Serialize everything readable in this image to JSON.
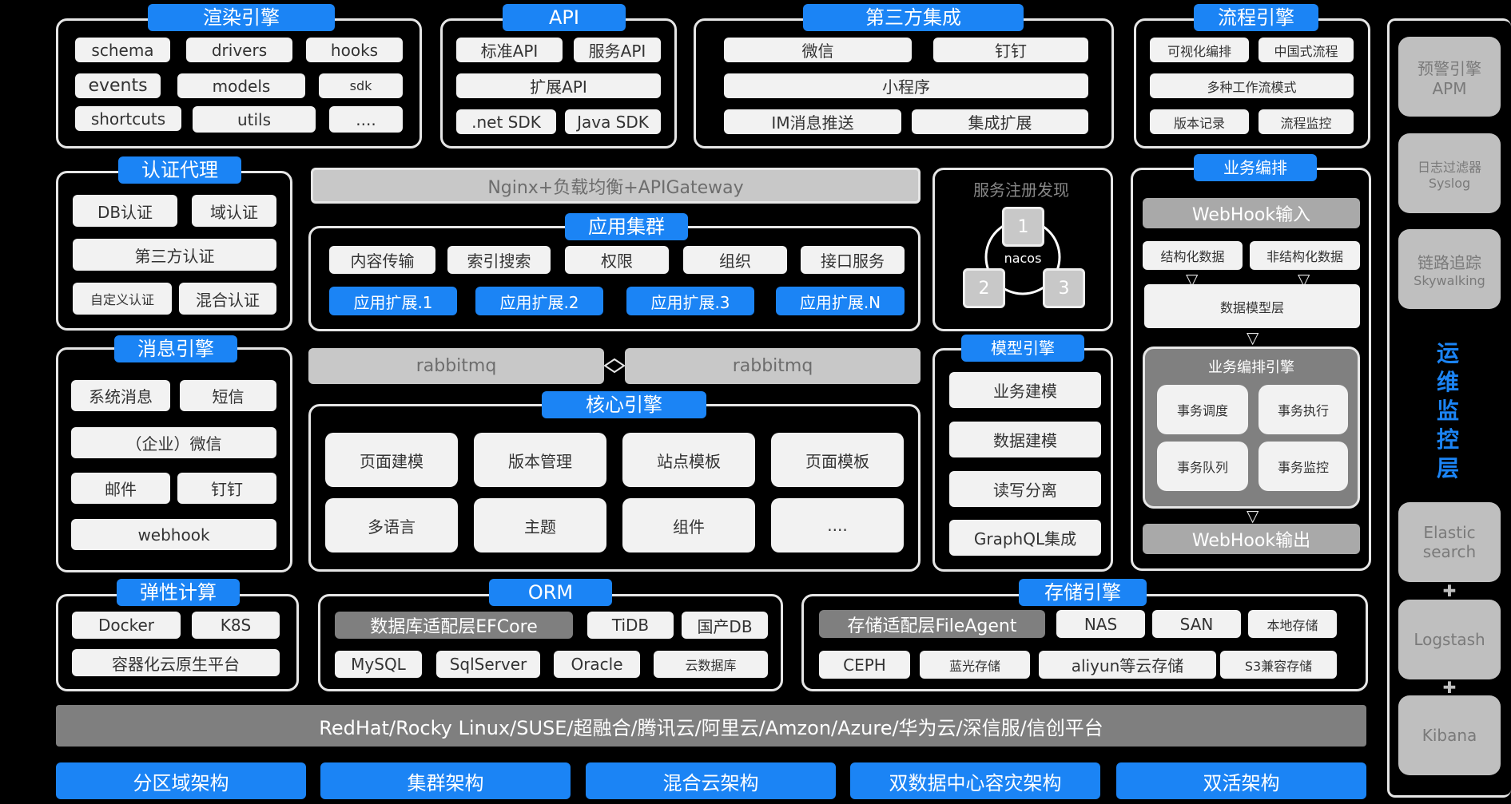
{
  "render": {
    "title": "渲染引擎",
    "items": [
      "schema",
      "drivers",
      "hooks",
      "events",
      "models",
      "sdk",
      "shortcuts",
      "utils",
      "...."
    ]
  },
  "api": {
    "title": "API",
    "items": [
      "标准API",
      "服务API",
      "扩展API",
      ".net SDK",
      "Java SDK"
    ]
  },
  "third": {
    "title": "第三方集成",
    "items": [
      "微信",
      "钉钉",
      "小程序",
      "IM消息推送",
      "集成扩展"
    ]
  },
  "flow": {
    "title": "流程引擎",
    "items": [
      "可视化编排",
      "中国式流程",
      "多种工作流模式",
      "版本记录",
      "流程监控"
    ]
  },
  "auth": {
    "title": "认证代理",
    "items": [
      "DB认证",
      "域认证",
      "第三方认证",
      "自定义认证",
      "混合认证"
    ]
  },
  "gateway": "Nginx+负载均衡+APIGateway",
  "cluster": {
    "title": "应用集群",
    "items": [
      "内容传输",
      "索引搜索",
      "权限",
      "组织",
      "接口服务"
    ],
    "ext": [
      "应用扩展.1",
      "应用扩展.2",
      "应用扩展.3",
      "应用扩展.N"
    ]
  },
  "registry": {
    "title": "服务注册发现",
    "center": "nacos",
    "nodes": [
      "1",
      "2",
      "3"
    ]
  },
  "biz": {
    "title": "业务编排",
    "webhook_in": "WebHook输入",
    "structured": "结构化数据",
    "unstructured": "非结构化数据",
    "data_model": "数据模型层",
    "engine_title": "业务编排引擎",
    "engine_items": [
      "事务调度",
      "事务执行",
      "事务队列",
      "事务监控"
    ],
    "webhook_out": "WebHook输出"
  },
  "msg": {
    "title": "消息引擎",
    "items": [
      "系统消息",
      "短信",
      "（企业）微信",
      "邮件",
      "钉钉",
      "webhook"
    ]
  },
  "mq": [
    "rabbitmq",
    "rabbitmq"
  ],
  "core": {
    "title": "核心引擎",
    "items": [
      "页面建模",
      "版本管理",
      "站点模板",
      "页面模板",
      "多语言",
      "主题",
      "组件",
      "...."
    ]
  },
  "model": {
    "title": "模型引擎",
    "items": [
      "业务建模",
      "数据建模",
      "读写分离",
      "GraphQL集成"
    ]
  },
  "elastic": {
    "title": "弹性计算",
    "items": [
      "Docker",
      "K8S",
      "容器化云原生平台"
    ]
  },
  "orm": {
    "title": "ORM",
    "items": [
      "数据库适配层EFCore",
      "TiDB",
      "国产DB",
      "MySQL",
      "SqlServer",
      "Oracle",
      "云数据库"
    ]
  },
  "storage": {
    "title": "存储引擎",
    "items": [
      "存储适配层FileAgent",
      "NAS",
      "SAN",
      "本地存储",
      "CEPH",
      "蓝光存储",
      "aliyun等云存储",
      "S3兼容存储"
    ]
  },
  "platform": "RedHat/Rocky Linux/SUSE/超融合/腾讯云/阿里云/Amzon/Azure/华为云/深信服/信创平台",
  "arch": [
    "分区域架构",
    "集群架构",
    "混合云架构",
    "双数据中心容灾架构",
    "双活架构"
  ],
  "ops": {
    "title": "运维监控层",
    "apm": [
      "预警引擎",
      "APM"
    ],
    "log": [
      "日志过滤器",
      "Syslog"
    ],
    "trace": [
      "链路追踪",
      "Skywalking"
    ],
    "es": [
      "Elastic",
      "search"
    ],
    "logstash": "Logstash",
    "kibana": "Kibana",
    "plus": [
      "✚",
      "✚"
    ]
  },
  "colors": {
    "accent": "#1b84f5",
    "background": "#000000",
    "box": "#f2f2f2",
    "border": "#e6e6e6"
  }
}
